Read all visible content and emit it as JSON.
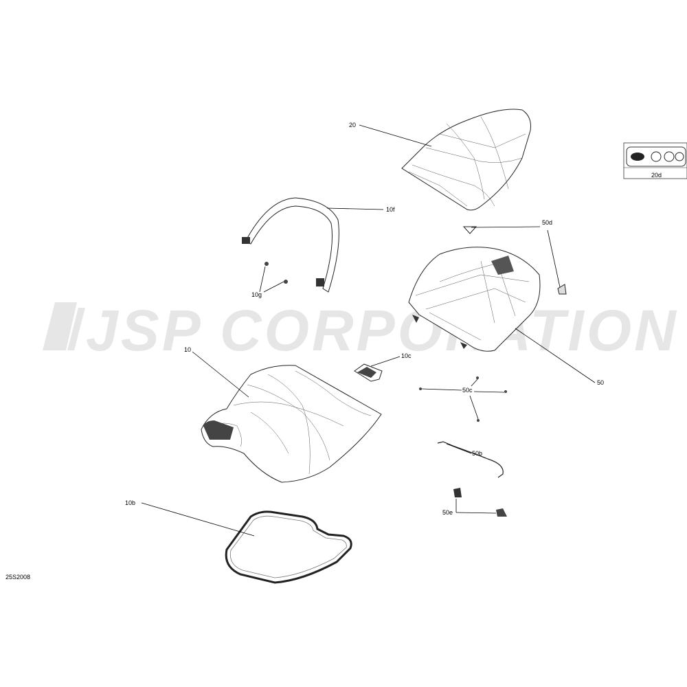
{
  "watermark": {
    "text": "JSP CORPORATION"
  },
  "diagram_code": "25S2008",
  "callouts": {
    "c20": "20",
    "c20d": "20d",
    "c10f": "10f",
    "c10g": "10g",
    "c10": "10",
    "c10c": "10c",
    "c10b": "10b",
    "c50d": "50d",
    "c50": "50",
    "c50c": "50c",
    "c50b": "50b",
    "c50e": "50e"
  },
  "colors": {
    "line": "#222222",
    "watermark": "#e6e6e6",
    "background": "#ffffff"
  }
}
